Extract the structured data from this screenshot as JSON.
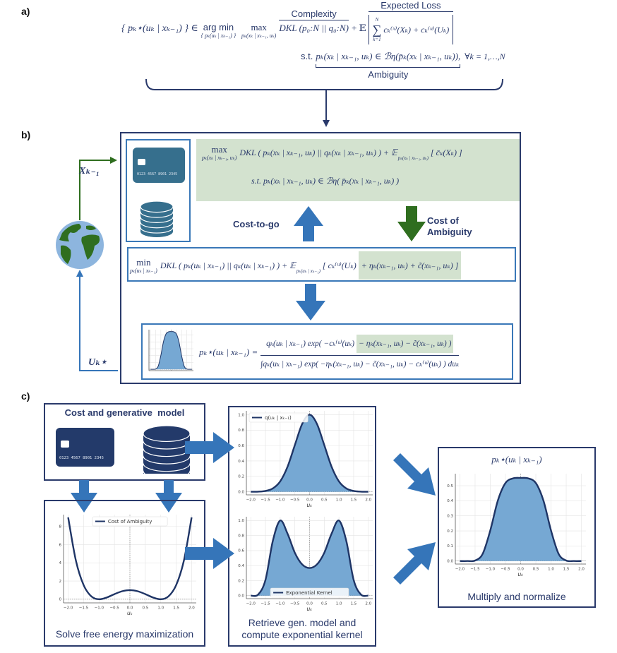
{
  "panel_labels": {
    "a": "a)",
    "b": "b)",
    "c": "c)"
  },
  "panel_a": {
    "lhs": "{ pₖ⋆(uₖ | xₖ₋₁) } ∈",
    "argmin": "arg min",
    "argmin_sub": "{ pₖ(uₖ | xₖ₋₁) }",
    "max": "max",
    "max_sub": "pₖ(xₖ | xₖ₋₁, uₖ)",
    "complexity_label": "Complexity",
    "complexity_term": "DKL (p₀:N || q₀:N)",
    "plus_E": "+ 𝔼",
    "expected_loss_label": "Expected Loss",
    "sum_top": "N",
    "sum_bottom": "k=1",
    "expected_loss_term": "cₖ⁽ˣ⁾(Xₖ) + cₖ⁽ᵘ⁾(Uₖ)",
    "constraint_prefix": "s.t.",
    "constraint_term": "pₖ(xₖ | xₖ₋₁, uₖ) ∈ ℬη(p̄ₖ(xₖ | xₖ₋₁, uₖ)),",
    "constraint_suffix": "∀k = 1,…,N",
    "ambiguity_label": "Ambiguity"
  },
  "panel_b": {
    "card_number": "0123 4567 8901 2345",
    "x_label": "Xₖ₋₁",
    "u_label": "Uₖ⋆",
    "green_box": {
      "max": "max",
      "max_sub": "pₖ(xₖ | xₖ₋₁, uₖ)",
      "line1": "DKL ( pₖ(xₖ | xₖ₋₁, uₖ) || qₖ(xₖ | xₖ₋₁, uₖ) ) + 𝔼",
      "E_sub": "pₖ(xₖ | xₖ₋₁, uₖ)",
      "line1_end": "[ c̄ₖ(Xₖ) ]",
      "line2": "s.t. pₖ(xₖ | xₖ₋₁, uₖ) ∈ ℬη( p̄ₖ(xₖ | xₖ₋₁, uₖ) )"
    },
    "cost_to_go": "Cost-to-go",
    "cost_of_ambiguity": "Cost of Ambiguity",
    "min_box": {
      "min": "min",
      "min_sub": "pₖ(uₖ | xₖ₋₁)",
      "term": "DKL ( pₖ(uₖ | xₖ₋₁) || qₖ(uₖ | xₖ₋₁) ) + 𝔼",
      "E_sub": "pₖ(uₖ | xₖ₋₁)",
      "bracket_term": "[ cₖ⁽ᵘ⁾(Uₖ)",
      "highlight_term": "+ ηₖ(xₖ₋₁, uₖ) + c̃(xₖ₋₁, uₖ) ]"
    },
    "solution_box": {
      "lhs": "pₖ⋆(uₖ | xₖ₋₁) =",
      "numerator": "qₖ(uₖ | xₖ₋₁) exp( −cₖ⁽ᵘ⁾(uₖ)",
      "numerator_highlight": "− ηₖ(xₖ₋₁, uₖ) − c̃(xₖ₋₁, uₖ) )",
      "denominator": "∫qₖ(uₖ | xₖ₋₁) exp( −ηₖ(xₖ₋₁, uₖ) − c̃(xₖ₋₁, uₖ) − cₖ⁽ᵘ⁾(uₖ) ) duₖ"
    }
  },
  "panel_c": {
    "model_title": "Cost and generative  model",
    "card_number": "0123 4567 8901 2345",
    "caption_free_energy": "Solve free energy maximization",
    "caption_kernel": "Retrieve gen. model and compute exponential kernel",
    "result_title": "pₖ⋆(uₖ | xₖ₋₁)",
    "caption_normalize": "Multiply and normalize"
  },
  "colors": {
    "navy": "#2a3a6b",
    "blue": "#3a78b8",
    "green": "#2f6e1f",
    "highlight": "#d3e2cf",
    "fill": "#76a8d3"
  },
  "chart_data": [
    {
      "id": "cost",
      "type": "line",
      "xlabel": "uₖ",
      "legend": "Cost of Ambiguity",
      "legend_position": "top-center",
      "x": [
        -2,
        -1.75,
        -1.5,
        -1.25,
        -1,
        -0.75,
        -0.5,
        -0.25,
        0,
        0.25,
        0.5,
        0.75,
        1,
        1.25,
        1.5,
        1.75,
        2
      ],
      "y": [
        9,
        4.254,
        1.563,
        0.316,
        0,
        0.191,
        0.563,
        0.879,
        1,
        0.879,
        0.563,
        0.191,
        0,
        0.316,
        1.563,
        4.254,
        9
      ],
      "xlim": [
        -2.15,
        2.15
      ],
      "ylim": [
        -0.4,
        9.3
      ],
      "xticks": [
        "-2.0",
        "-1.5",
        "-1.0",
        "-0.5",
        "0.0",
        "0.5",
        "1.0",
        "1.5",
        "2.0"
      ],
      "yticks": [
        "0",
        "2",
        "4",
        "6",
        "8"
      ],
      "fill": false,
      "grid": true
    },
    {
      "id": "q",
      "type": "area",
      "xlabel": "uₖ",
      "legend": "q(uₖ | xₖ₋₁)",
      "legend_position": "top-left",
      "x": [
        -2,
        -1.75,
        -1.5,
        -1.25,
        -1,
        -0.75,
        -0.5,
        -0.25,
        0,
        0.25,
        0.5,
        0.75,
        1,
        1.25,
        1.5,
        1.75,
        2
      ],
      "y": [
        0.0003,
        0.0022,
        0.011,
        0.044,
        0.135,
        0.325,
        0.607,
        0.882,
        1,
        0.882,
        0.607,
        0.325,
        0.135,
        0.044,
        0.011,
        0.0022,
        0.0003
      ],
      "xlim": [
        -2.15,
        2.15
      ],
      "ylim": [
        -0.04,
        1.05
      ],
      "xticks": [
        "-2.0",
        "-1.5",
        "-1.0",
        "-0.5",
        "0.0",
        "0.5",
        "1.0",
        "1.5",
        "2.0"
      ],
      "yticks": [
        "0.0",
        "0.2",
        "0.4",
        "0.6",
        "0.8",
        "1.0"
      ],
      "fill": true,
      "grid": true
    },
    {
      "id": "kernel",
      "type": "area",
      "xlabel": "uₖ",
      "legend": "Exponential Kernel",
      "legend_position": "bottom-center",
      "x": [
        -2,
        -1.75,
        -1.5,
        -1.25,
        -1,
        -0.75,
        -0.5,
        -0.25,
        0,
        0.25,
        0.5,
        0.75,
        1,
        1.25,
        1.5,
        1.75,
        2
      ],
      "y": [
        0.0001,
        0.014,
        0.21,
        0.729,
        1,
        0.826,
        0.57,
        0.415,
        0.368,
        0.415,
        0.57,
        0.826,
        1,
        0.729,
        0.21,
        0.014,
        0.0001
      ],
      "xlim": [
        -2.15,
        2.15
      ],
      "ylim": [
        -0.04,
        1.05
      ],
      "xticks": [
        "-2.0",
        "-1.5",
        "-1.0",
        "-0.5",
        "0.0",
        "0.5",
        "1.0",
        "1.5",
        "2.0"
      ],
      "yticks": [
        "0.0",
        "0.2",
        "0.4",
        "0.6",
        "0.8",
        "1.0"
      ],
      "fill": true,
      "grid": true
    },
    {
      "id": "pstar",
      "type": "area",
      "xlabel": "uₖ",
      "x": [
        -2,
        -1.75,
        -1.5,
        -1.25,
        -1,
        -0.75,
        -0.5,
        -0.25,
        0,
        0.25,
        0.5,
        0.75,
        1,
        1.25,
        1.5,
        1.75,
        2
      ],
      "y": [
        0,
        0,
        0.0035,
        0.048,
        0.203,
        0.402,
        0.518,
        0.549,
        0.552,
        0.549,
        0.518,
        0.402,
        0.203,
        0.048,
        0.0035,
        0,
        0
      ],
      "xlim": [
        -2.15,
        2.15
      ],
      "ylim": [
        -0.02,
        0.58
      ],
      "xticks": [
        "-2.0",
        "-1.5",
        "-1.0",
        "-0.5",
        "0.0",
        "0.5",
        "1.0",
        "1.5",
        "2.0"
      ],
      "yticks": [
        "0.0",
        "0.1",
        "0.2",
        "0.3",
        "0.4",
        "0.5"
      ],
      "fill": true,
      "grid": true
    }
  ]
}
